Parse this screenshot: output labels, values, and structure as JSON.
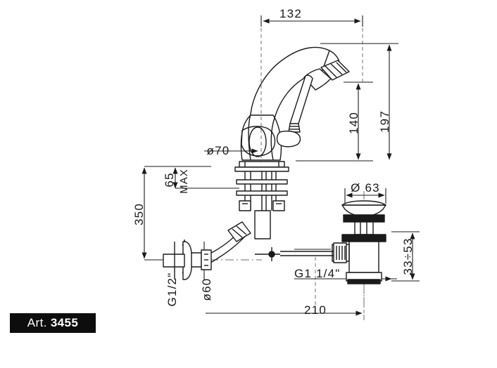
{
  "drawing": {
    "title": "Bidet mixer tap technical drawing",
    "article_label": {
      "prefix": "Art.",
      "number": "3455"
    },
    "line_color": "#1a1a1a",
    "background_color": "#ffffff"
  },
  "dimensions": {
    "spout_reach": "132",
    "total_height": "197",
    "spout_height": "140",
    "base_diameter": "ø70",
    "deck_thickness_max": "65",
    "deck_thickness_note": "MAX",
    "supply_length": "350",
    "escutcheon_diameter": "ø60",
    "supply_thread": "G1/2\"",
    "waste_flange_diameter": "Ø 63",
    "waste_thread": "G1  1/4\"",
    "waste_offset": "210",
    "waste_adjust_range": "33÷53"
  },
  "components": {
    "spout": "curved-swan-neck-spout",
    "handle": "lever-handle",
    "aerator": "spray-outlet",
    "body": "faucet-body",
    "base_flange": "base-flange",
    "mounting_studs": "mounting-studs",
    "mounting_washers": "mounting-washers",
    "mounting_nuts": "mounting-nuts",
    "supply_hose": "flexible-supply-hose",
    "wall_escutcheon": "wall-escutcheon",
    "supply_connector": "supply-connector-nut",
    "waste_cap": "pop-up-waste-cap",
    "waste_body": "pop-up-waste-body",
    "waste_knob": "knurled-lift-knob",
    "pull_rod": "pull-rod"
  }
}
